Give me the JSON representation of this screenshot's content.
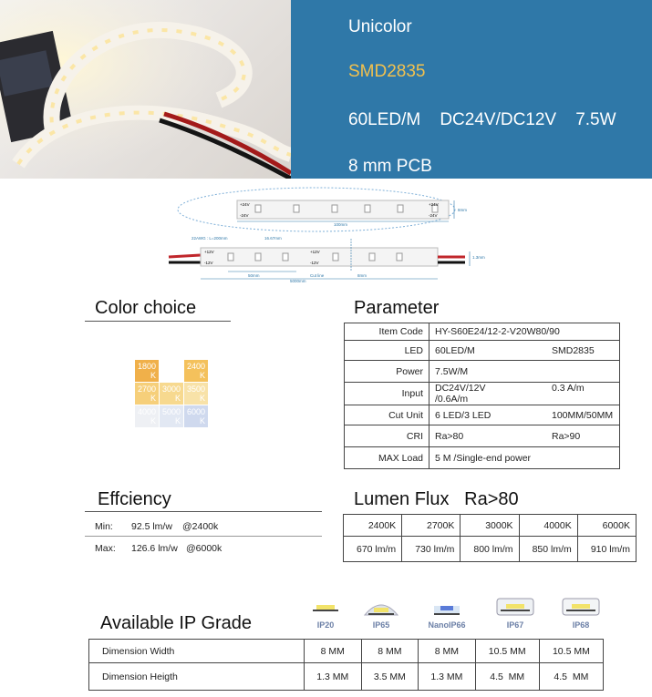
{
  "header": {
    "title": "Unicolor",
    "chip": "SMD2835",
    "spec": "60LED/M    DC24V/DC12V    7.5W",
    "pcb": "8 mm PCB",
    "accent_color": "#2f78a8",
    "chip_color": "#f2c14e"
  },
  "drawing": {
    "top_strip_left_plus": "+24V",
    "top_strip_left_minus": "-24V",
    "top_strip_right_plus": "+24V",
    "top_strip_right_minus": "-24V",
    "top_length": "100mm",
    "top_width": "8mm",
    "cable_note": "22AWG : L=200mm",
    "pitch_note": "16.67mm",
    "bottom_plus": "+12V",
    "bottom_minus": "-12V",
    "cut_unit": "50mm",
    "cut_line": "Cut line",
    "reel_length": "5000mm",
    "thickness": "1.3mm",
    "pcb_width": "8mm"
  },
  "color_choice": {
    "title": "Color choice",
    "swatches": [
      {
        "label": "1800",
        "unit": "K",
        "color": "#f0b04a"
      },
      {
        "label": "2400",
        "unit": "K",
        "color": "#f4c15c"
      },
      {
        "label": "2700",
        "unit": "K",
        "color": "#f6cf7a"
      },
      {
        "label": "3000",
        "unit": "K",
        "color": "#f7d98f"
      },
      {
        "label": "3500",
        "unit": "K",
        "color": "#f8e2a8"
      },
      {
        "label": "4000",
        "unit": "K",
        "color": "#eef0f4"
      },
      {
        "label": "5000",
        "unit": "K",
        "color": "#e2e8f3"
      },
      {
        "label": "6000",
        "unit": "K",
        "color": "#cfd9ee"
      }
    ]
  },
  "parameter": {
    "title": "Parameter",
    "rows": [
      {
        "label": "Item Code",
        "a": "HY-S60E24/12-2-V20W80/90",
        "b": ""
      },
      {
        "label": "LED",
        "a": "60LED/M",
        "b": "SMD2835"
      },
      {
        "label": "Power",
        "a": "7.5W/M",
        "b": ""
      },
      {
        "label": "Input",
        "a": "DC24V/12V",
        "b": "0.3 A/m /0.6A/m"
      },
      {
        "label": "Cut Unit",
        "a": "6 LED/3 LED",
        "b": "100MM/50MM"
      },
      {
        "label": "CRI",
        "a": "Ra>80",
        "b": "Ra>90"
      },
      {
        "label": "MAX Load",
        "a": "5 M /Single-end power",
        "b": ""
      }
    ]
  },
  "efficiency": {
    "title": "Effciency",
    "rows": [
      {
        "label": "Min:",
        "value": "92.5 lm/w",
        "temp": "@2400k"
      },
      {
        "label": "Max:",
        "value": "126.6 lm/w",
        "temp": "@6000k"
      }
    ]
  },
  "lumen_flux": {
    "title": "Lumen Flux   Ra>80",
    "temps": [
      "2400K",
      "2700K",
      "3000K",
      "4000K",
      "6000K"
    ],
    "values": [
      "670 lm/m",
      "730 lm/m",
      "800 lm/m",
      "850 lm/m",
      "910 lm/m"
    ]
  },
  "ip_grade": {
    "title": "Available IP Grade",
    "grades": [
      "IP20",
      "IP65",
      "NanoIP66",
      "IP67",
      "IP68"
    ],
    "rows": [
      {
        "label": "Dimension Width",
        "values": [
          "8 MM",
          "8 MM",
          "8 MM",
          "10.5 MM",
          "10.5 MM"
        ]
      },
      {
        "label": "Dimension Heigth",
        "values": [
          "1.3 MM",
          "3.5 MM",
          "1.3 MM",
          "4.5  MM",
          "4.5  MM"
        ]
      }
    ]
  }
}
